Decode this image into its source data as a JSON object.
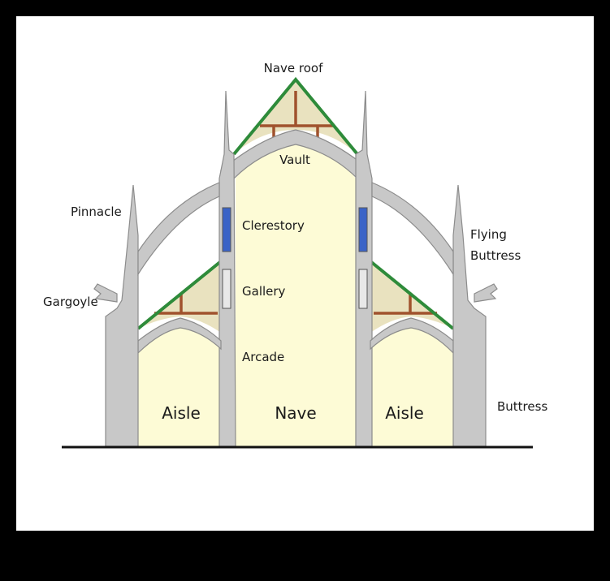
{
  "labels": {
    "nave_roof": "Nave roof",
    "vault": "Vault",
    "pinnacle": "Pinnacle",
    "clerestory": "Clerestory",
    "flying": "Flying",
    "buttress_flying": "Buttress",
    "gallery": "Gallery",
    "gargoyle": "Gargoyle",
    "arcade": "Arcade",
    "aisle_left": "Aisle",
    "nave": "Nave",
    "aisle_right": "Aisle",
    "buttress": "Buttress"
  },
  "colors": {
    "background": "#000000",
    "canvas": "#ffffff",
    "stone": "#c8c8c8",
    "stone_outline": "#8c8c8c",
    "interior": "#fdfbd6",
    "roof_fill": "#e9e2bf",
    "roof_line": "#2e8b3a",
    "timber": "#a0522d",
    "glass": "#3a63c7",
    "ground": "#111111"
  }
}
